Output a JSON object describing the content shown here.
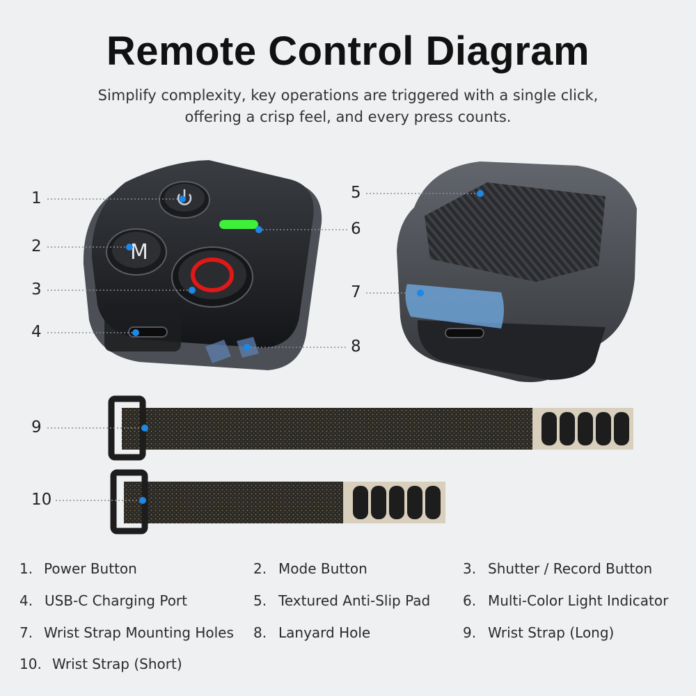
{
  "title": "Remote Control Diagram",
  "subtitle_lines": [
    "Simplify complexity, key operations are triggered with a single click,",
    "offering a crisp feel, and every press counts."
  ],
  "callout_numbers": [
    "1",
    "2",
    "3",
    "4",
    "5",
    "6",
    "7",
    "8",
    "9",
    "10"
  ],
  "button_glyphs": {
    "mode": "M"
  },
  "legend": [
    {
      "num": "1.",
      "label": "Power Button"
    },
    {
      "num": "2.",
      "label": "Mode Button"
    },
    {
      "num": "3.",
      "label": "Shutter / Record Button"
    },
    {
      "num": "4.",
      "label": "USB-C Charging Port"
    },
    {
      "num": "5.",
      "label": "Textured Anti-Slip Pad"
    },
    {
      "num": "6.",
      "label": "Multi-Color Light Indicator"
    },
    {
      "num": "7.",
      "label": "Wrist Strap Mounting Holes"
    },
    {
      "num": "8.",
      "label": "Lanyard Hole"
    },
    {
      "num": "9.",
      "label": "Wrist Strap (Long)"
    },
    {
      "num": "10.",
      "label": "Wrist Strap (Short)"
    }
  ],
  "colors": {
    "background": "#eef0f2",
    "marker_dot": "#1e88e5",
    "indicator_light": "#3ef03a",
    "shutter_ring": "#e01818",
    "strap_band": "#2c2a26",
    "hook_pad": "#d8cfbc"
  },
  "icons": [
    "power-icon",
    "record-icon"
  ]
}
